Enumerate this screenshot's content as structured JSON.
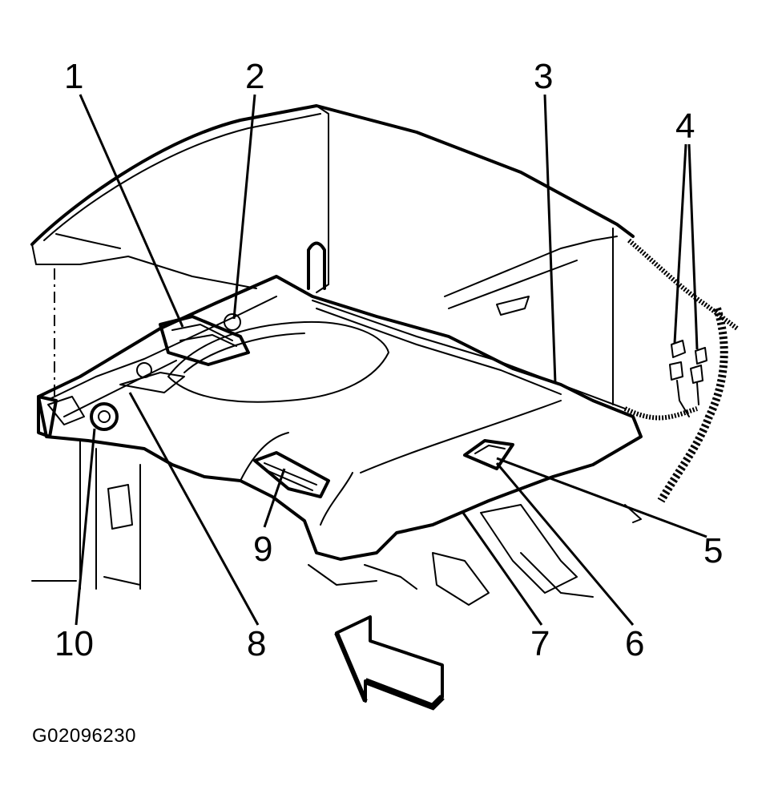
{
  "figure_id": "G02096230",
  "callouts": [
    {
      "label": "1"
    },
    {
      "label": "2"
    },
    {
      "label": "3"
    },
    {
      "label": "4"
    },
    {
      "label": "5"
    },
    {
      "label": "6"
    },
    {
      "label": "7"
    },
    {
      "label": "8"
    },
    {
      "label": "9"
    },
    {
      "label": "10"
    }
  ],
  "colors": {
    "ink": "#000000",
    "paper": "#ffffff"
  },
  "icons": {
    "direction_arrow": "view-direction-arrow-icon"
  }
}
